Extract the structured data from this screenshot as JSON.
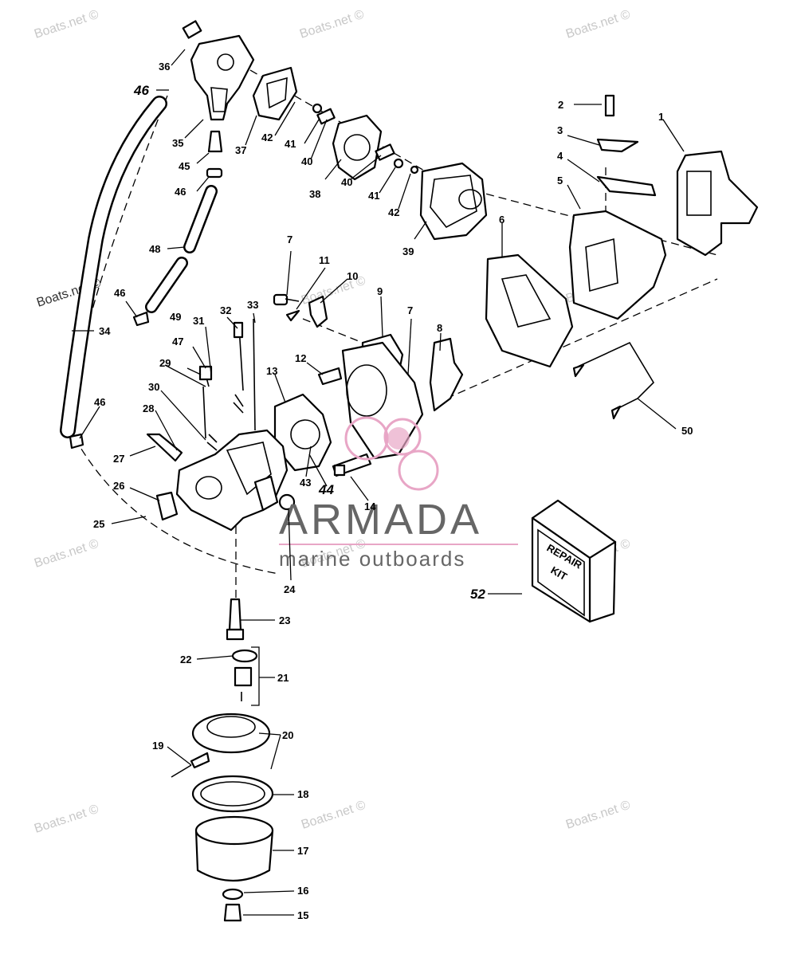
{
  "watermark": "Boats.net ©",
  "logo": {
    "name": "ARMADA",
    "tagline": "marine outboards",
    "accent_color": "#e8a6c6",
    "text_color": "#666666"
  },
  "repair_kit": {
    "line1": "REPAIR",
    "line2": "KIT"
  },
  "callouts": {
    "c1": "1",
    "c2": "2",
    "c3": "3",
    "c4": "4",
    "c5": "5",
    "c6": "6",
    "c7a": "7",
    "c7b": "7",
    "c8": "8",
    "c9": "9",
    "c10": "10",
    "c11": "11",
    "c12": "12",
    "c13": "13",
    "c14": "14",
    "c15": "15",
    "c16": "16",
    "c17": "17",
    "c18": "18",
    "c19": "19",
    "c20": "20",
    "c21": "21",
    "c22": "22",
    "c23": "23",
    "c24": "24",
    "c25": "25",
    "c26": "26",
    "c27": "27",
    "c28": "28",
    "c29": "29",
    "c30": "30",
    "c31": "31",
    "c32": "32",
    "c33": "33",
    "c34": "34",
    "c35": "35",
    "c36": "36",
    "c37": "37",
    "c38": "38",
    "c39": "39",
    "c40a": "40",
    "c40b": "40",
    "c41a": "41",
    "c41b": "41",
    "c42a": "42",
    "c42b": "42",
    "c43": "43",
    "c44": "44",
    "c45": "45",
    "c46a": "46",
    "c46b": "46",
    "c46c": "46",
    "c46d": "46",
    "c47": "47",
    "c48": "48",
    "c49": "49",
    "c50": "50",
    "c52": "52"
  }
}
